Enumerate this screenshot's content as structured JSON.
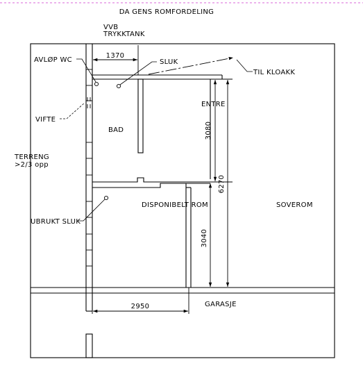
{
  "title": "DA GENS ROMFORDELING",
  "labels": {
    "vvb_line1": "VVB",
    "vvb_line2": "TRYKKTANK",
    "avlop_wc": "AVLØP WC",
    "sluk": "SLUK",
    "til_kloakk": "TIL KLOAKK",
    "entre": "ENTRE",
    "vifte": "VIFTE",
    "bad": "BAD",
    "terreng_line1": "TERRENG",
    "terreng_line2": ">2/3 opp",
    "ubrukt_sluk": "UBRUKT SLUK",
    "disponibelt_rom": "DISPONIBELT ROM",
    "soverom": "SOVEROM",
    "garasje": "GARASJE"
  },
  "dimensions": {
    "top_width": "1370",
    "bad_height": "3080",
    "total_height": "6270",
    "lower_height": "3040",
    "bottom_width": "2950"
  },
  "colors": {
    "line": "#000000",
    "border_dashes": "#cc33cc"
  }
}
